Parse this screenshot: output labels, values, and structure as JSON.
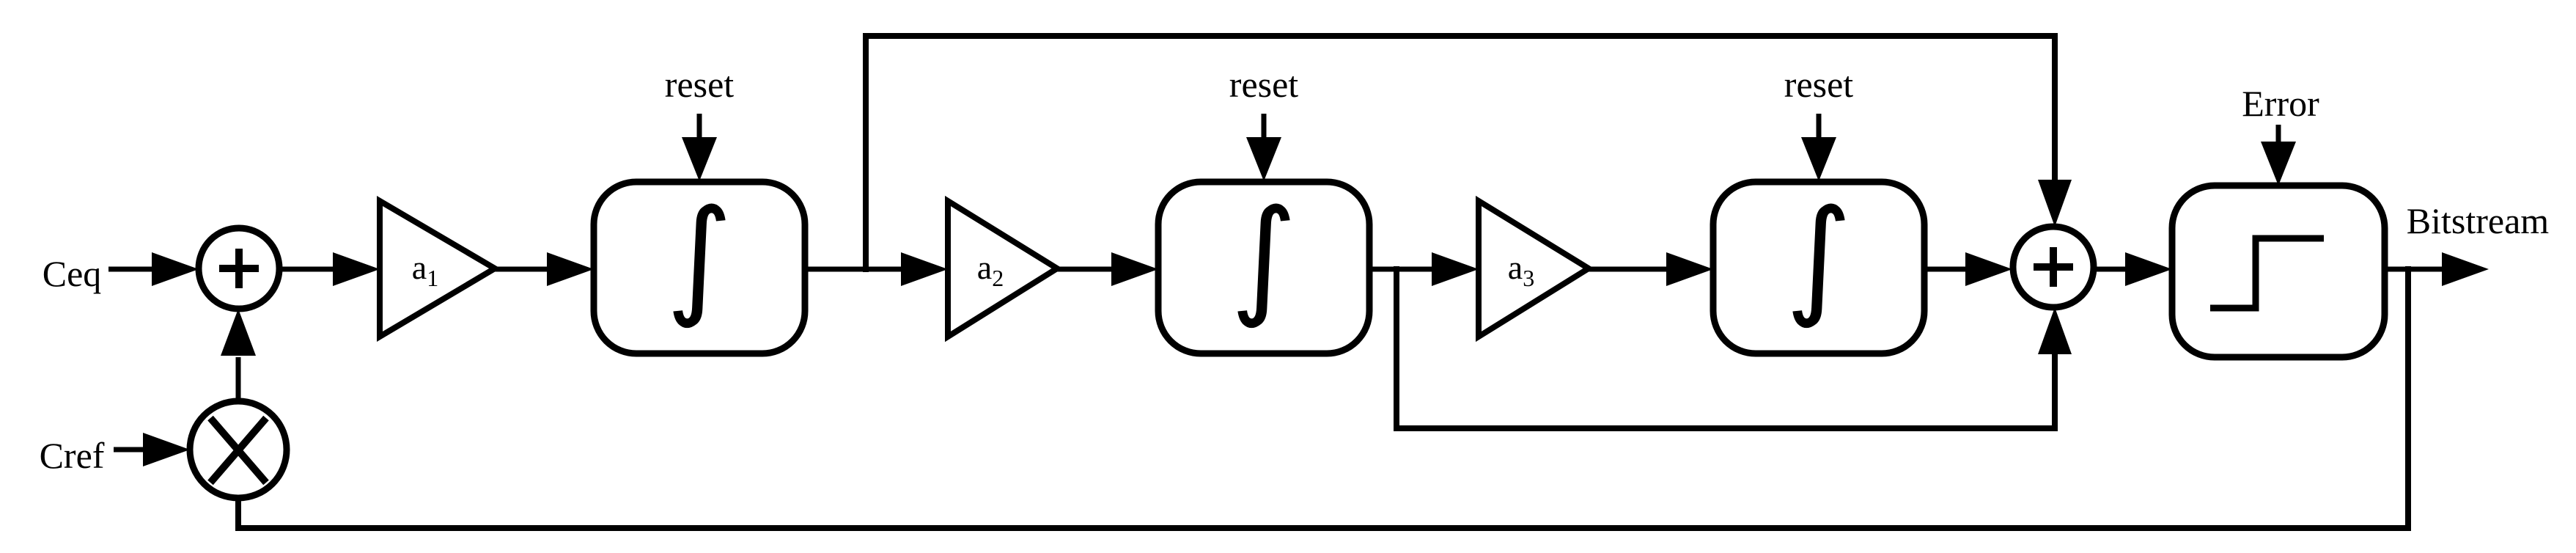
{
  "colors": {
    "ink": "#000000",
    "background": "#ffffff"
  },
  "labels": {
    "ceq": "Ceq",
    "cref": "Cref",
    "error": "Error",
    "bitstream": "Bitstream"
  },
  "gains": [
    {
      "base": "a",
      "sub": "1"
    },
    {
      "base": "a",
      "sub": "2"
    },
    {
      "base": "a",
      "sub": "3"
    }
  ],
  "integrators": [
    {
      "symbol": "∫",
      "reset_label": "reset"
    },
    {
      "symbol": "∫",
      "reset_label": "reset"
    },
    {
      "symbol": "∫",
      "reset_label": "reset"
    }
  ],
  "operators": {
    "input_adder": "+",
    "output_adder": "+",
    "multiplier": "×",
    "comparator_icon": "step-function"
  }
}
